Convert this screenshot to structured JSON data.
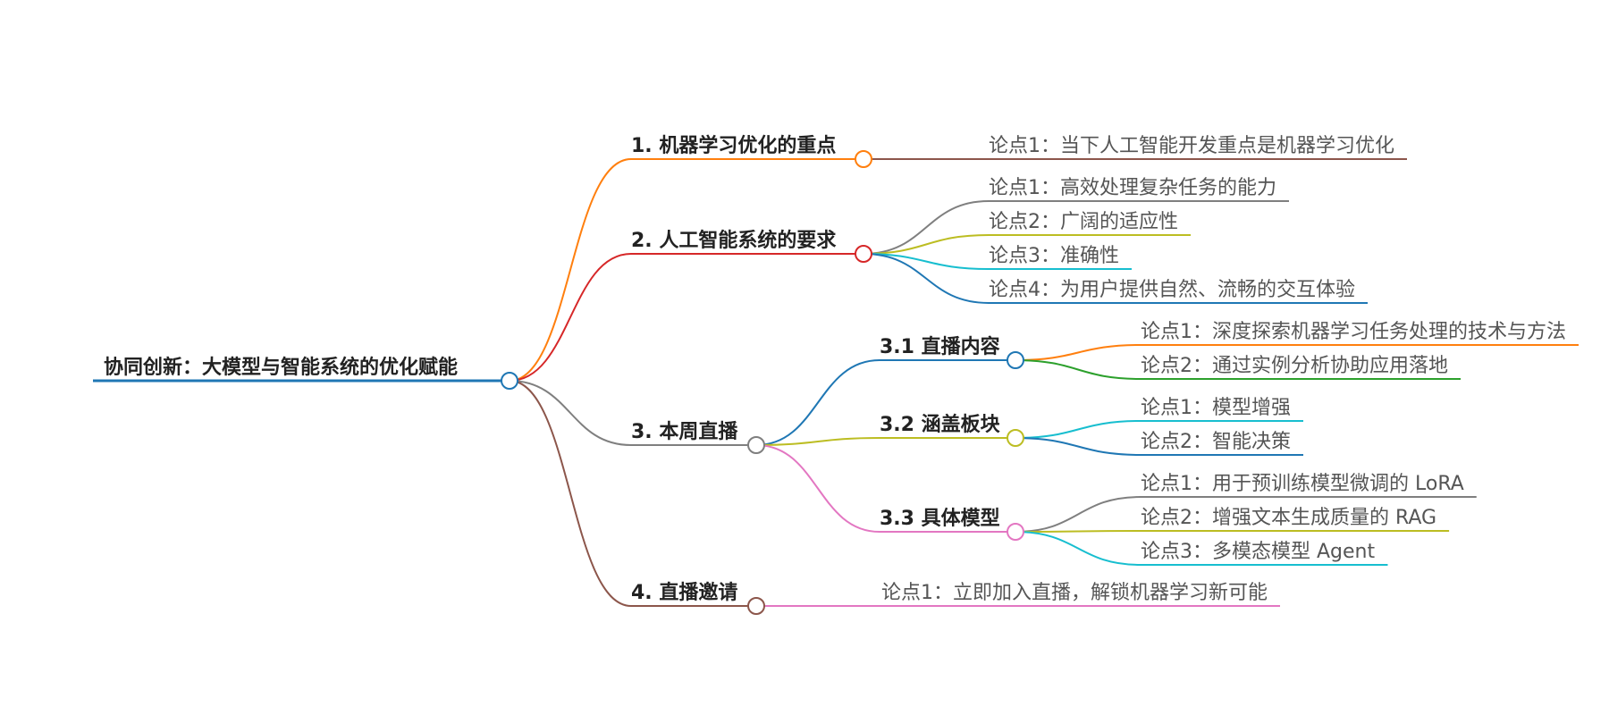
{
  "root": {
    "label": "协同创新：大模型与智能系统的优化赋能",
    "color": "#1f77b4"
  },
  "branches": [
    {
      "label": "1. 机器学习优化的重点",
      "color": "#ff7f0e",
      "children": [
        {
          "label": "论点1：当下人工智能开发重点是机器学习优化",
          "color": "#8c564b"
        }
      ]
    },
    {
      "label": "2. 人工智能系统的要求",
      "color": "#d62728",
      "children": [
        {
          "label": "论点1：高效处理复杂任务的能力",
          "color": "#7f7f7f"
        },
        {
          "label": "论点2：广阔的适应性",
          "color": "#bcbd22"
        },
        {
          "label": "论点3：准确性",
          "color": "#17becf"
        },
        {
          "label": "论点4：为用户提供自然、流畅的交互体验",
          "color": "#1f77b4"
        }
      ]
    },
    {
      "label": "3. 本周直播",
      "color": "#7f7f7f",
      "children": [
        {
          "label": "3.1 直播内容",
          "color": "#1f77b4",
          "children": [
            {
              "label": "论点1：深度探索机器学习任务处理的技术与方法",
              "color": "#ff7f0e"
            },
            {
              "label": "论点2：通过实例分析协助应用落地",
              "color": "#2ca02c"
            }
          ]
        },
        {
          "label": "3.2 涵盖板块",
          "color": "#bcbd22",
          "children": [
            {
              "label": "论点1：模型增强",
              "color": "#17becf"
            },
            {
              "label": "论点2：智能决策",
              "color": "#1f77b4"
            }
          ]
        },
        {
          "label": "3.3 具体模型",
          "color": "#e377c2",
          "children": [
            {
              "label": "论点1：用于预训练模型微调的 LoRA",
              "color": "#7f7f7f"
            },
            {
              "label": "论点2：增强文本生成质量的 RAG",
              "color": "#bcbd22"
            },
            {
              "label": "论点3：多模态模型 Agent",
              "color": "#17becf"
            }
          ]
        }
      ]
    },
    {
      "label": "4. 直播邀请",
      "color": "#8c564b",
      "children": [
        {
          "label": "论点1：立即加入直播，解锁机器学习新可能",
          "color": "#e377c2"
        }
      ]
    }
  ]
}
